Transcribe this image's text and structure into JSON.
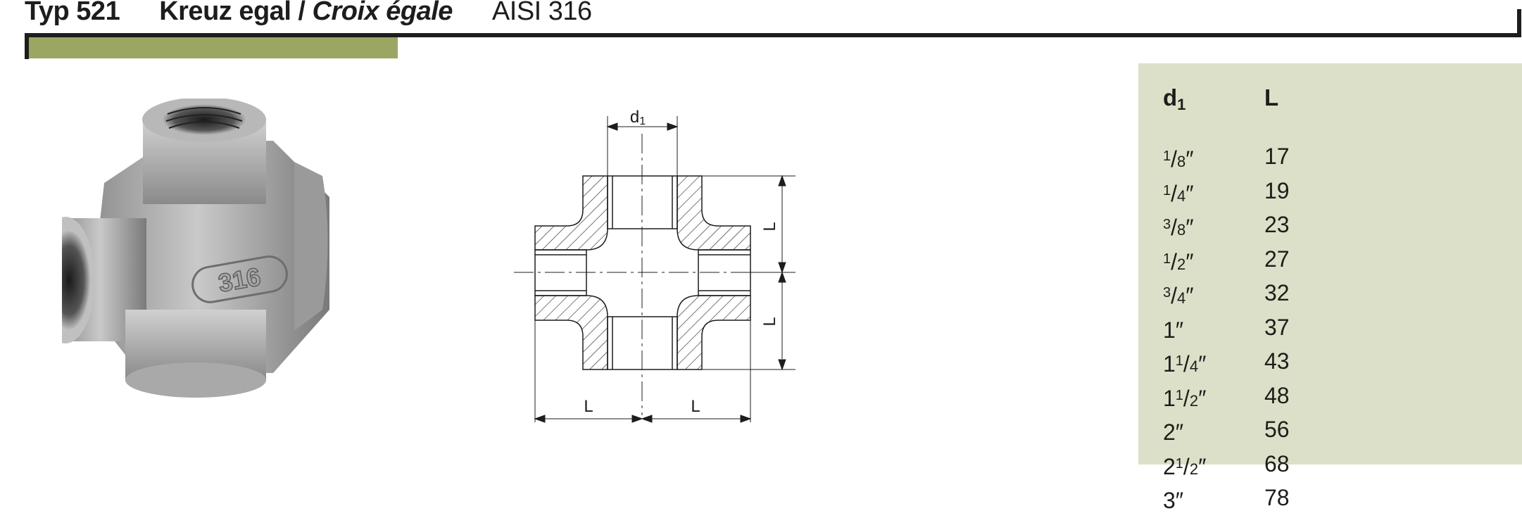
{
  "header": {
    "type_label": "Typ 521",
    "name_de": "Kreuz egal / ",
    "name_fr": "Croix égale",
    "material": "AISI 316",
    "accent_color": "#9ba662",
    "rule_color": "#1d1d1b"
  },
  "photo": {
    "alt": "Stainless steel equal cross fitting with female threads, cast marking 316",
    "marking": "316"
  },
  "drawing": {
    "dim_d1": "d",
    "dim_d1_sub": "1",
    "dim_L": "L"
  },
  "table": {
    "background": "#dce0c8",
    "headers": {
      "d1": "d",
      "d1_sub": "1",
      "L": "L"
    },
    "rows": [
      {
        "d1_whole": "",
        "d1_num": "1",
        "d1_den": "8",
        "L": "17"
      },
      {
        "d1_whole": "",
        "d1_num": "1",
        "d1_den": "4",
        "L": "19"
      },
      {
        "d1_whole": "",
        "d1_num": "3",
        "d1_den": "8",
        "L": "23"
      },
      {
        "d1_whole": "",
        "d1_num": "1",
        "d1_den": "2",
        "L": "27"
      },
      {
        "d1_whole": "",
        "d1_num": "3",
        "d1_den": "4",
        "L": "32"
      },
      {
        "d1_whole": "1",
        "d1_num": "",
        "d1_den": "",
        "L": "37"
      },
      {
        "d1_whole": "1",
        "d1_num": "1",
        "d1_den": "4",
        "L": "43"
      },
      {
        "d1_whole": "1",
        "d1_num": "1",
        "d1_den": "2",
        "L": "48"
      },
      {
        "d1_whole": "2",
        "d1_num": "",
        "d1_den": "",
        "L": "56"
      },
      {
        "d1_whole": "2",
        "d1_num": "1",
        "d1_den": "2",
        "L": "68"
      },
      {
        "d1_whole": "3",
        "d1_num": "",
        "d1_den": "",
        "L": "78"
      }
    ],
    "inch_mark": "″"
  }
}
